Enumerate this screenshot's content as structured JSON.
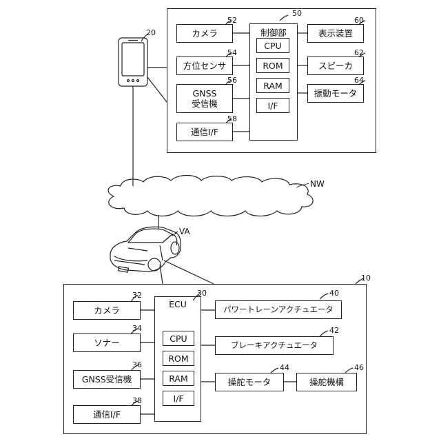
{
  "smartphone": {
    "ref": "20",
    "frame_ref": "50",
    "controller": "制御部",
    "controller_parts": [
      "CPU",
      "ROM",
      "RAM",
      "I/F"
    ],
    "left_modules": [
      {
        "label": "カメラ",
        "ref": "52"
      },
      {
        "label": "方位センサ",
        "ref": "54"
      },
      {
        "label": "GNSS\n受信機",
        "ref": "56"
      },
      {
        "label": "通信I/F",
        "ref": "58"
      }
    ],
    "right_modules": [
      {
        "label": "表示装置",
        "ref": "60"
      },
      {
        "label": "スピーカ",
        "ref": "62"
      },
      {
        "label": "振動モータ",
        "ref": "64"
      }
    ]
  },
  "network": {
    "label": "NW"
  },
  "vehicle": {
    "label": "VA"
  },
  "vehicle_system": {
    "ref": "10",
    "ecu": {
      "label": "ECU",
      "ref": "30",
      "parts": [
        "CPU",
        "ROM",
        "RAM",
        "I/F"
      ]
    },
    "left_modules": [
      {
        "label": "カメラ",
        "ref": "32"
      },
      {
        "label": "ソナー",
        "ref": "34"
      },
      {
        "label": "GNSS受信機",
        "ref": "36"
      },
      {
        "label": "通信I/F",
        "ref": "38"
      }
    ],
    "right_modules": [
      {
        "label": "パワートレーンアクチュエータ",
        "ref": "40"
      },
      {
        "label": "ブレーキアクチュエータ",
        "ref": "42"
      },
      {
        "label": "操舵モータ",
        "ref": "44"
      },
      {
        "label": "操舵機構",
        "ref": "46"
      }
    ]
  }
}
